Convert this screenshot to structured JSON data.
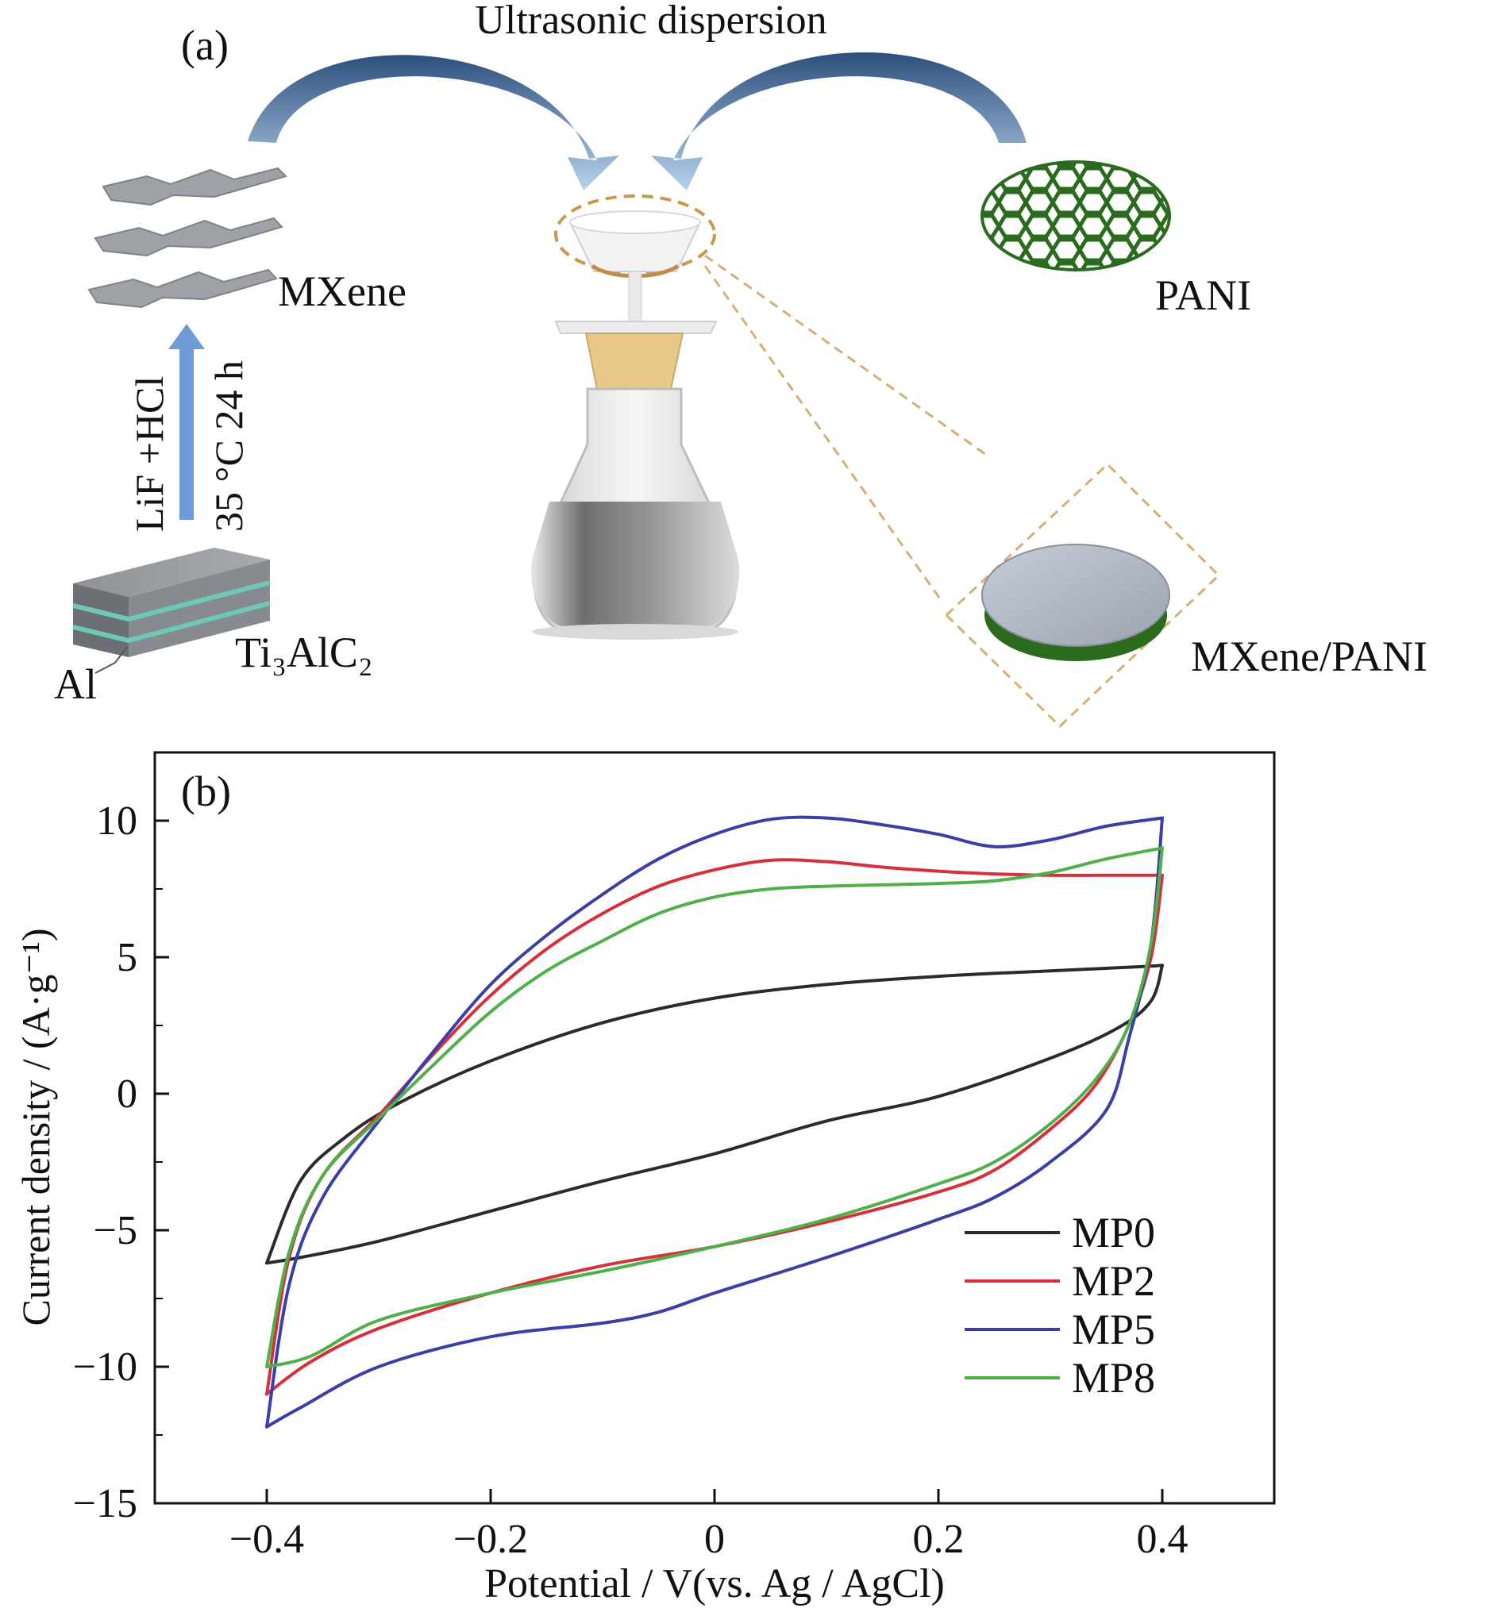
{
  "panel_a": {
    "label": "(a)",
    "title": "Ultrasonic dispersion",
    "mxene_label": "MXene",
    "pani_label": "PANI",
    "composite_label": "MXene/PANI",
    "precursor_label": "Ti₃AlC₂",
    "al_label": "Al",
    "etch_reagents": "LiF +HCl",
    "etch_conditions": "35 °C 24 h"
  },
  "panel_b": {
    "label": "(b)"
  },
  "chart_data": {
    "type": "line",
    "xlabel": "Potential / V(vs. Ag / AgCl)",
    "ylabel": "Current density / (A·g⁻¹)",
    "xlim": [
      -0.5,
      0.5
    ],
    "ylim": [
      -15,
      12.5
    ],
    "xticks": [
      -0.4,
      -0.2,
      0,
      0.2,
      0.4
    ],
    "xtick_labels": [
      "−0.4",
      "−0.2",
      "0",
      "0.2",
      "0.4"
    ],
    "yticks": [
      -15,
      -10,
      -5,
      0,
      5,
      10
    ],
    "ytick_labels": [
      "−15",
      "−10",
      "−5",
      "0",
      "5",
      "10"
    ],
    "grid": false,
    "legend_position": "bottom-right",
    "series": [
      {
        "name": "MP0",
        "color": "#2b2b2b",
        "anodic": [
          [
            -0.4,
            -6.2
          ],
          [
            -0.37,
            -3.2
          ],
          [
            -0.33,
            -1.6
          ],
          [
            -0.28,
            -0.3
          ],
          [
            -0.2,
            1.2
          ],
          [
            -0.1,
            2.6
          ],
          [
            0,
            3.5
          ],
          [
            0.1,
            4.0
          ],
          [
            0.2,
            4.3
          ],
          [
            0.3,
            4.5
          ],
          [
            0.38,
            4.65
          ],
          [
            0.4,
            4.7
          ]
        ],
        "cathodic": [
          [
            0.4,
            4.7
          ],
          [
            0.39,
            3.4
          ],
          [
            0.36,
            2.4
          ],
          [
            0.3,
            1.3
          ],
          [
            0.2,
            -0.1
          ],
          [
            0.1,
            -1.0
          ],
          [
            0,
            -2.2
          ],
          [
            -0.1,
            -3.2
          ],
          [
            -0.2,
            -4.3
          ],
          [
            -0.3,
            -5.4
          ],
          [
            -0.37,
            -6.0
          ],
          [
            -0.4,
            -6.2
          ]
        ]
      },
      {
        "name": "MP2",
        "color": "#d6303a",
        "anodic": [
          [
            -0.4,
            -11.0
          ],
          [
            -0.38,
            -6.0
          ],
          [
            -0.35,
            -3.0
          ],
          [
            -0.3,
            -0.8
          ],
          [
            -0.25,
            1.5
          ],
          [
            -0.2,
            3.6
          ],
          [
            -0.15,
            5.3
          ],
          [
            -0.1,
            6.6
          ],
          [
            -0.05,
            7.6
          ],
          [
            0,
            8.2
          ],
          [
            0.05,
            8.55
          ],
          [
            0.1,
            8.5
          ],
          [
            0.15,
            8.3
          ],
          [
            0.2,
            8.15
          ],
          [
            0.25,
            8.05
          ],
          [
            0.3,
            8.0
          ],
          [
            0.35,
            8.0
          ],
          [
            0.4,
            8.0
          ]
        ],
        "cathodic": [
          [
            0.4,
            8.0
          ],
          [
            0.39,
            5.0
          ],
          [
            0.37,
            2.5
          ],
          [
            0.34,
            0.3
          ],
          [
            0.3,
            -1.3
          ],
          [
            0.25,
            -2.8
          ],
          [
            0.2,
            -3.6
          ],
          [
            0.1,
            -4.7
          ],
          [
            0,
            -5.6
          ],
          [
            -0.1,
            -6.3
          ],
          [
            -0.2,
            -7.3
          ],
          [
            -0.3,
            -8.6
          ],
          [
            -0.36,
            -9.8
          ],
          [
            -0.4,
            -11.0
          ]
        ]
      },
      {
        "name": "MP5",
        "color": "#3a3fa6",
        "anodic": [
          [
            -0.4,
            -12.2
          ],
          [
            -0.38,
            -7.0
          ],
          [
            -0.35,
            -3.8
          ],
          [
            -0.3,
            -1.0
          ],
          [
            -0.25,
            1.6
          ],
          [
            -0.2,
            4.0
          ],
          [
            -0.15,
            5.8
          ],
          [
            -0.1,
            7.3
          ],
          [
            -0.05,
            8.6
          ],
          [
            0,
            9.5
          ],
          [
            0.05,
            10.05
          ],
          [
            0.1,
            10.1
          ],
          [
            0.15,
            9.85
          ],
          [
            0.2,
            9.5
          ],
          [
            0.25,
            9.05
          ],
          [
            0.3,
            9.3
          ],
          [
            0.35,
            9.8
          ],
          [
            0.4,
            10.1
          ]
        ],
        "cathodic": [
          [
            0.4,
            10.1
          ],
          [
            0.39,
            5.5
          ],
          [
            0.37,
            2.0
          ],
          [
            0.35,
            -0.6
          ],
          [
            0.3,
            -2.5
          ],
          [
            0.25,
            -3.8
          ],
          [
            0.2,
            -4.6
          ],
          [
            0.1,
            -6.0
          ],
          [
            0,
            -7.3
          ],
          [
            -0.05,
            -8.0
          ],
          [
            -0.1,
            -8.4
          ],
          [
            -0.2,
            -8.9
          ],
          [
            -0.3,
            -10.0
          ],
          [
            -0.37,
            -11.5
          ],
          [
            -0.4,
            -12.2
          ]
        ]
      },
      {
        "name": "MP8",
        "color": "#4fb04a",
        "anodic": [
          [
            -0.4,
            -10.0
          ],
          [
            -0.38,
            -5.8
          ],
          [
            -0.35,
            -3.0
          ],
          [
            -0.3,
            -0.9
          ],
          [
            -0.25,
            1.1
          ],
          [
            -0.2,
            3.0
          ],
          [
            -0.15,
            4.5
          ],
          [
            -0.1,
            5.6
          ],
          [
            -0.05,
            6.6
          ],
          [
            0,
            7.2
          ],
          [
            0.05,
            7.5
          ],
          [
            0.1,
            7.6
          ],
          [
            0.15,
            7.65
          ],
          [
            0.2,
            7.7
          ],
          [
            0.25,
            7.8
          ],
          [
            0.3,
            8.1
          ],
          [
            0.35,
            8.6
          ],
          [
            0.4,
            9.0
          ]
        ],
        "cathodic": [
          [
            0.4,
            9.0
          ],
          [
            0.39,
            5.5
          ],
          [
            0.37,
            2.5
          ],
          [
            0.34,
            0.5
          ],
          [
            0.3,
            -1.1
          ],
          [
            0.25,
            -2.5
          ],
          [
            0.2,
            -3.3
          ],
          [
            0.1,
            -4.6
          ],
          [
            0,
            -5.6
          ],
          [
            -0.1,
            -6.5
          ],
          [
            -0.2,
            -7.3
          ],
          [
            -0.3,
            -8.3
          ],
          [
            -0.36,
            -9.6
          ],
          [
            -0.4,
            -10.0
          ]
        ]
      }
    ]
  }
}
